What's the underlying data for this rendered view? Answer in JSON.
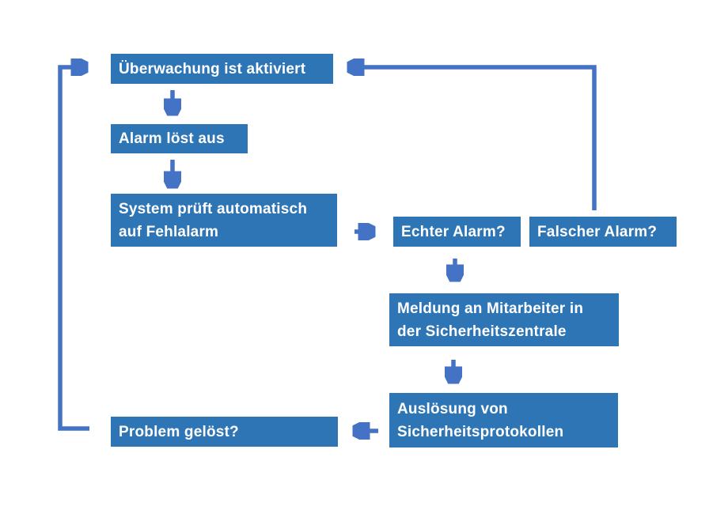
{
  "colors": {
    "node_fill": "#2E75B6",
    "connector": "#4472C4",
    "node_text": "#ffffff",
    "canvas": "#ffffff"
  },
  "nodes": {
    "monitoring": {
      "label": "Überwachung ist aktiviert"
    },
    "alarm": {
      "label": "Alarm löst aus"
    },
    "system": {
      "label": "System prüft automatisch\nauf Fehlalarm"
    },
    "echter": {
      "label": "Echter Alarm?"
    },
    "falscher": {
      "label": "Falscher Alarm?"
    },
    "meldung": {
      "label": "Meldung an Mitarbeiter in\nder Sicherheitszentrale"
    },
    "ausloesung": {
      "label": "Auslösung von\nSicherheitsprotokollen"
    },
    "problem": {
      "label": "Problem gelöst?"
    }
  },
  "edges": [
    {
      "from": "monitoring",
      "to": "alarm"
    },
    {
      "from": "alarm",
      "to": "system"
    },
    {
      "from": "system",
      "to": "echter"
    },
    {
      "from": "echter",
      "to": "meldung"
    },
    {
      "from": "meldung",
      "to": "ausloesung"
    },
    {
      "from": "ausloesung",
      "to": "problem"
    },
    {
      "from": "problem",
      "to": "monitoring"
    },
    {
      "from": "falscher",
      "to": "monitoring"
    }
  ]
}
